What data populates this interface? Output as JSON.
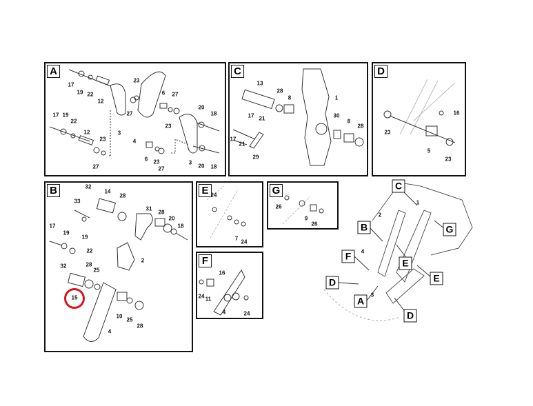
{
  "panels": {
    "A": {
      "letter": "A",
      "labels": [
        "17",
        "19",
        "22",
        "12",
        "23",
        "27",
        "3",
        "4",
        "6",
        "27",
        "23",
        "20",
        "18",
        "17",
        "19",
        "22",
        "12",
        "23",
        "27",
        "6",
        "23",
        "27",
        "3",
        "20",
        "18"
      ]
    },
    "B": {
      "letter": "B",
      "labels": [
        "32",
        "14",
        "28",
        "33",
        "19",
        "31",
        "28",
        "20",
        "18",
        "17",
        "19",
        "22",
        "2",
        "32",
        "28",
        "25",
        "15",
        "10",
        "25",
        "28",
        "4"
      ]
    },
    "C": {
      "letter": "C",
      "labels": [
        "13",
        "28",
        "8",
        "1",
        "17",
        "21",
        "17",
        "21",
        "29",
        "30",
        "8",
        "28"
      ]
    },
    "D": {
      "letter": "D",
      "labels": [
        "16",
        "23",
        "5",
        "23"
      ]
    },
    "E": {
      "letter": "E",
      "labels": [
        "24",
        "7",
        "24"
      ]
    },
    "G": {
      "letter": "G",
      "labels": [
        "26",
        "9",
        "26"
      ]
    },
    "F": {
      "letter": "F",
      "labels": [
        "16",
        "24",
        "11",
        "4",
        "24"
      ]
    }
  },
  "highlight": {
    "part": "15",
    "color": "#d8141a"
  },
  "overview": {
    "callouts": [
      "C",
      "B",
      "F",
      "D",
      "A",
      "G",
      "E",
      "E",
      "D"
    ],
    "numbers": [
      "1",
      "2",
      "4",
      "3"
    ]
  }
}
